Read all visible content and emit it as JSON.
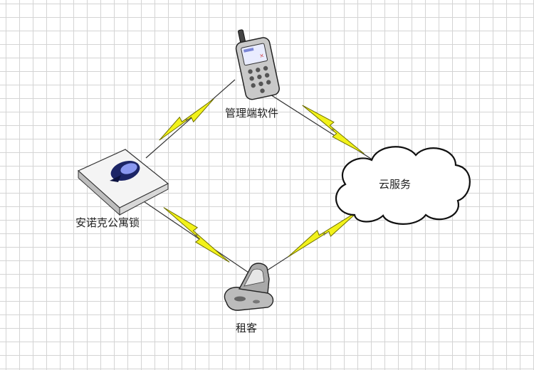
{
  "nodes": {
    "manager": {
      "label": "管理端软件"
    },
    "cloud": {
      "label": "云服务"
    },
    "lock": {
      "label": "安诺克公寓锁"
    },
    "tenant": {
      "label": "租客"
    }
  },
  "icons": {
    "manager": "cell-phone-icon",
    "cloud": "cloud-icon",
    "lock": "smart-lock-icon",
    "tenant": "flip-phone-icon",
    "link": "lightning-bolt-icon"
  },
  "colors": {
    "bolt_fill": "#f2f21a",
    "bolt_stroke": "#6f6f00",
    "grid": "#d4d4d4"
  }
}
